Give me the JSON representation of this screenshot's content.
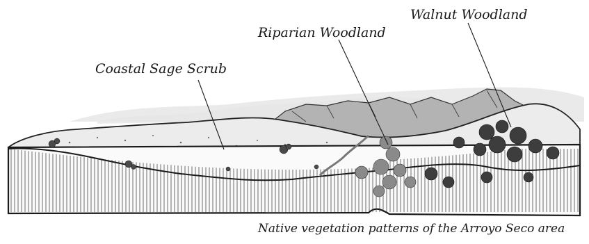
{
  "labels": {
    "coastal_sage_scrub": "Coastal Sage Scrub",
    "riparian_woodland": "Riparian Woodland",
    "walnut_woodland": "Walnut Woodland"
  },
  "caption": "Native vegetation patterns of the Arroyo Seco area",
  "colors": {
    "ink": "#1a1a1a",
    "sky_wash": "#c9c9c9",
    "mountain": "#a8a8a8",
    "hillside": "#e6e6e6",
    "shrub": "#555555"
  }
}
